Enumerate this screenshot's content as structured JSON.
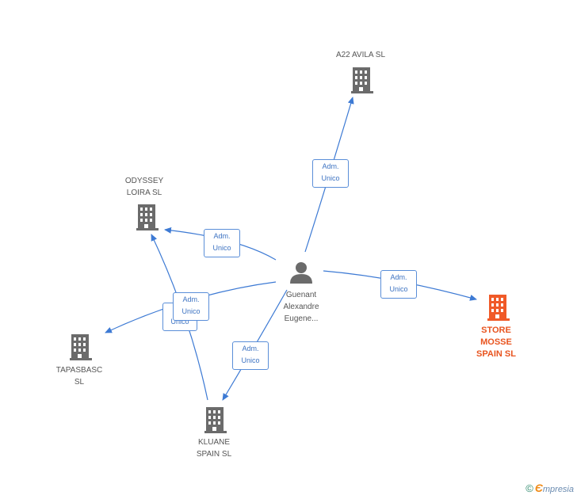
{
  "person": {
    "name": "Guenant\nAlexandre\nEugene..."
  },
  "companies": {
    "a22": {
      "name": "A22 AVILA SL"
    },
    "odyssey": {
      "name": "ODYSSEY\nLOIRA SL"
    },
    "tapas": {
      "name": "TAPASBASC\nSL"
    },
    "kluane": {
      "name": "KLUANE\nSPAIN SL"
    },
    "store": {
      "name": "STORE\nMOSSE\nSPAIN SL"
    }
  },
  "edges": {
    "a22": "Adm.\nUnico",
    "odyssey": "Adm.\nUnico",
    "store": "Adm.\nUnico",
    "kluane": "Adm.\nUnico",
    "tapas": "Adm.\nUnico",
    "tapas_hidden": "S\nUnico"
  },
  "footer": {
    "copyright": "©",
    "brand_e": "Є",
    "brand": "mpresia"
  },
  "colors": {
    "edge": "#3d7ad4",
    "node": "#6b6b6b",
    "highlight": "#f05a28"
  }
}
